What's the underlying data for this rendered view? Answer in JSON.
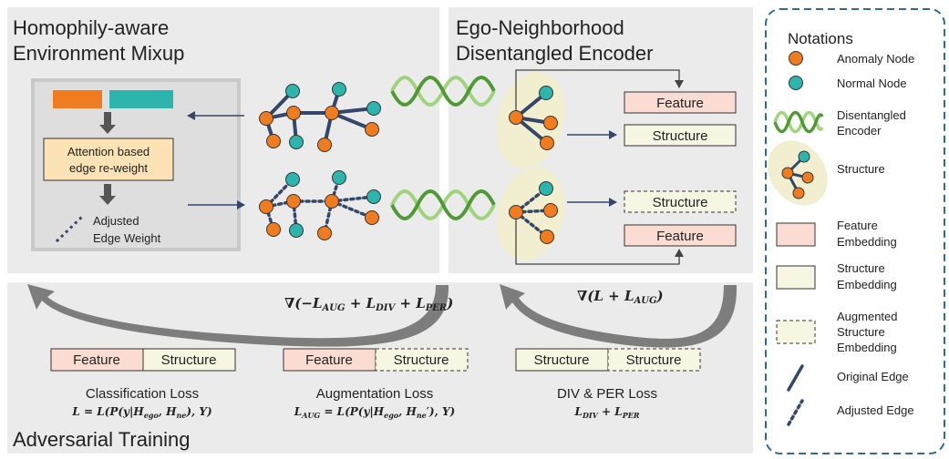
{
  "panels": {
    "mixup_title_line1": "Homophily-aware",
    "mixup_title_line2": "Environment Mixup",
    "encoder_title_line1": "Ego-Neighborhood",
    "encoder_title_line2": "Disentangled Encoder",
    "adversarial_title": "Adversarial Training"
  },
  "mixup": {
    "attention_line1": "Attention based",
    "attention_line2": "edge re-weight",
    "adjusted_line1": "Adjusted",
    "adjusted_line2": "Edge Weight"
  },
  "encoder": {
    "top_feature": "Feature",
    "top_structure": "Structure",
    "bottom_structure": "Structure",
    "bottom_feature": "Feature"
  },
  "gradients": {
    "left": "∇(−L_AUG + L_DIV + L_PER)",
    "right": "∇(L + L_AUG)"
  },
  "losses": {
    "classification_feature": "Feature",
    "classification_structure": "Structure",
    "classification_name": "Classification Loss",
    "classification_formula": "L = L(P(y|H_ego, H_ne), Y)",
    "augmentation_feature": "Feature",
    "augmentation_structure": "Structure",
    "augmentation_name": "Augmentation Loss",
    "augmentation_formula": "L_AUG = L(P(y|H_ego, H_ne′), Y)",
    "divper_structure1": "Structure",
    "divper_structure2": "Structure",
    "divper_name": "DIV & PER Loss",
    "divper_formula": "L_DIV + L_PER"
  },
  "notations": {
    "title": "Notations",
    "anomaly": "Anomaly Node",
    "normal": "Normal Node",
    "encoder_line1": "Disentangled",
    "encoder_line2": "Encoder",
    "structure": "Structure",
    "feature_line1": "Feature",
    "feature_line2": "Embedding",
    "structure_emb_line1": "Structure",
    "structure_emb_line2": "Embedding",
    "aug_line1": "Augmented",
    "aug_line2": "Structure",
    "aug_line3": "Embedding",
    "original_edge": "Original Edge",
    "adjusted_edge": "Adjusted Edge"
  },
  "colors": {
    "anomaly": "#f07c1f",
    "normal": "#2bb5ad",
    "feature_fill": "#fbdcd2",
    "structure_fill": "#f7f6e3",
    "blob": "#f1efcf",
    "edge": "#34476b",
    "panel_bg": "#ebebeb",
    "encoder_dark": "#4f9a35",
    "encoder_light": "#9fd47c"
  }
}
